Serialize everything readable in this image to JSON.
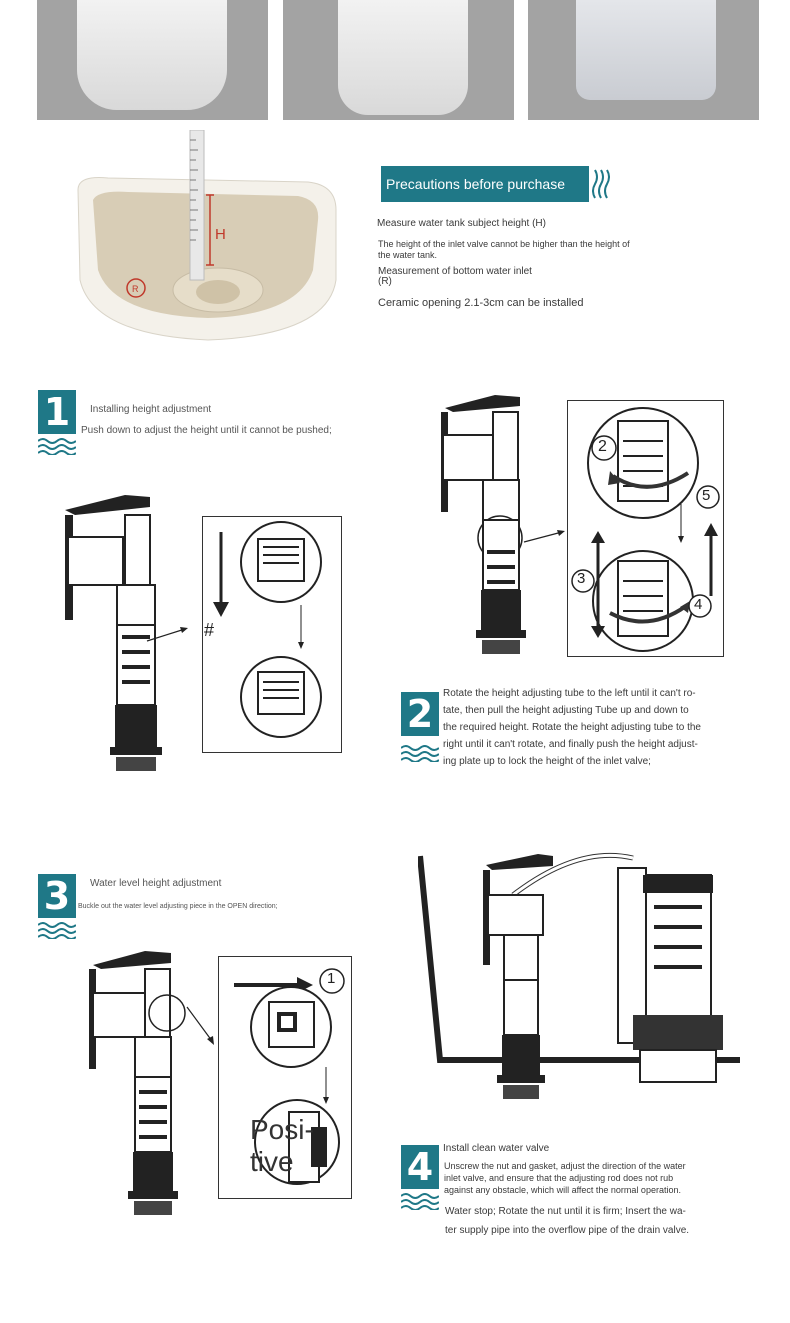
{
  "precautions": {
    "header": "Precautions before purchase",
    "measure_height": "Measure water tank subject height (H)",
    "height_note": "The height of the inlet valve cannot be higher than the height of the water tank.",
    "measure_inlet": "Measurement of bottom water inlet",
    "inlet_symbol": "(R)",
    "ceramic_opening": "Ceramic opening 2.1-3cm can be installed",
    "label_h": "H",
    "label_r": "R"
  },
  "step1": {
    "number": "1",
    "title": "Installing height adjustment",
    "desc": "Push down to adjust the height until it cannot be pushed;",
    "mark": "#"
  },
  "step2": {
    "number": "2",
    "line1": "Rotate the height adjusting tube to the left until it can't ro-",
    "line2": "tate, then pull the height adjusting Tube up and down to",
    "line3": "the required height. Rotate the height adjusting tube to the",
    "line4": "right until it can't rotate, and finally push the height adjust-",
    "line5": "ing plate up to lock the height of the inlet valve;",
    "c2": "2",
    "c3": "3",
    "c4": "4",
    "c5": "5"
  },
  "step3": {
    "number": "3",
    "title": "Water level height adjustment",
    "desc": "Buckle out the water level adjusting piece in the OPEN direction;",
    "c1": "1",
    "overlay1": "Posi-",
    "overlay2": "tive"
  },
  "step4": {
    "number": "4",
    "title": "Install clean water valve",
    "desc1": "Unscrew the nut and gasket, adjust the direction of the water",
    "desc2": "inlet valve, and ensure that the adjusting rod does not rub",
    "desc3": "against any obstacle, which will affect the normal operation.",
    "desc4": "Water stop; Rotate the nut until it is firm; Insert the wa-",
    "desc5": "ter supply pipe into the overflow pipe of the drain valve."
  },
  "colors": {
    "accent": "#1f7887",
    "photo_bg": "#a3a3a3"
  }
}
